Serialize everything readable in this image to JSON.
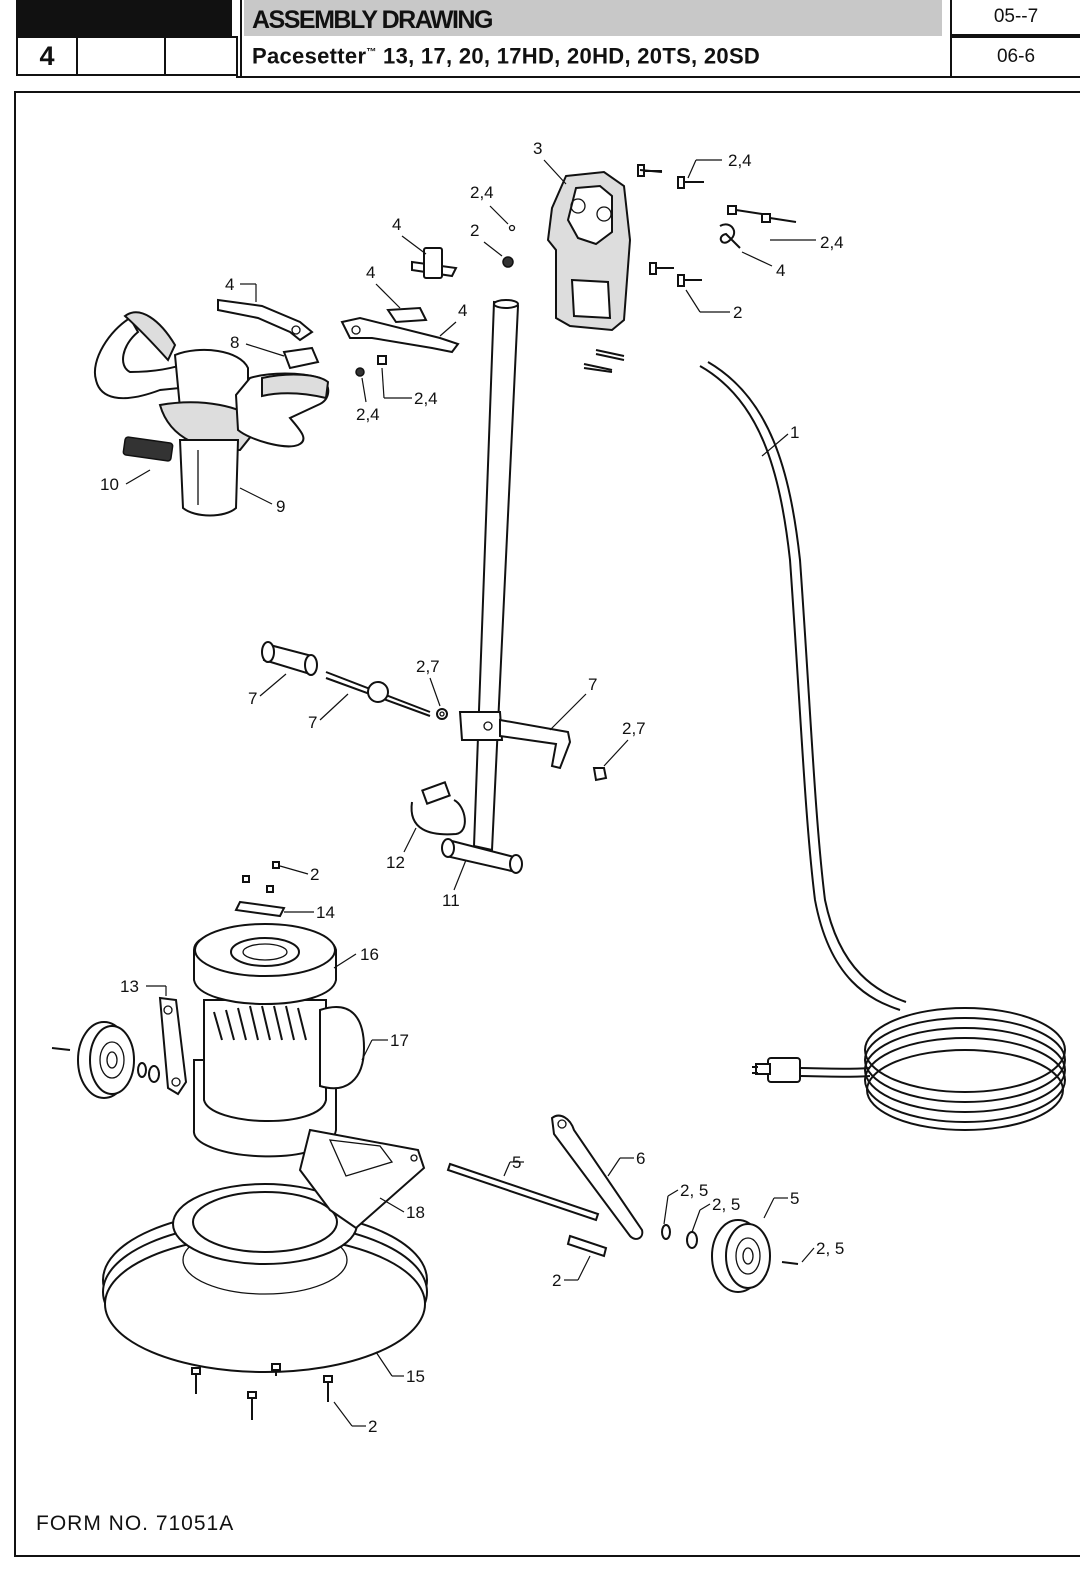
{
  "header": {
    "section_number": "4",
    "title": "ASSEMBLY DRAWING",
    "subtitle_name": "Pacesetter",
    "subtitle_tm": "™",
    "subtitle_models": " 13, 17, 20, 17HD, 20HD, 20TS, 20SD",
    "code_top": "05--7",
    "code_bottom": "06-6"
  },
  "callouts": [
    "3",
    "2,4",
    "2,4",
    "2",
    "4",
    "4",
    "4",
    "4",
    "2,4",
    "4",
    "8",
    "2,4",
    "2,4",
    "2",
    "1",
    "10",
    "9",
    "7",
    "7",
    "2,7",
    "7",
    "2,7",
    "12",
    "11",
    "2",
    "14",
    "16",
    "13",
    "17",
    "18",
    "5",
    "6",
    "2, 5",
    "2, 5",
    "5",
    "2, 5",
    "2",
    "15",
    "2"
  ],
  "footer": {
    "form_no": "FORM NO. 71051A"
  }
}
